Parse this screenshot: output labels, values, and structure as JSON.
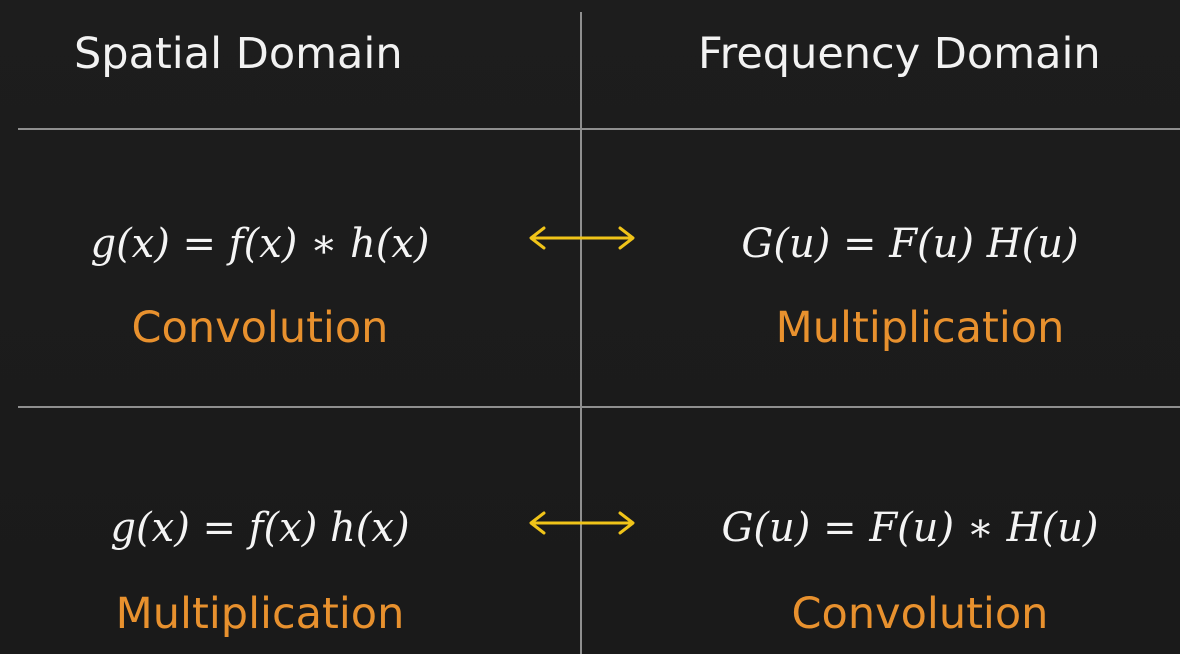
{
  "headers": {
    "spatial": "Spatial Domain",
    "frequency": "Frequency Domain"
  },
  "rows": [
    {
      "spatial_equation": "g(x) = f(x) ∗ h(x)",
      "spatial_operation": "Convolution",
      "frequency_equation": "G(u) = F(u) H(u)",
      "frequency_operation": "Multiplication"
    },
    {
      "spatial_equation": "g(x) = f(x) h(x)",
      "spatial_operation": "Multiplication",
      "frequency_equation": "G(u) = F(u) ∗ H(u)",
      "frequency_operation": "Convolution"
    }
  ],
  "colors": {
    "background": "#1c1c1c",
    "text": "#f4f4f4",
    "operation": "#e8912e",
    "arrow": "#f0c419",
    "divider": "#8f8f8f"
  },
  "icons": {
    "relation": "double-headed-arrow"
  }
}
